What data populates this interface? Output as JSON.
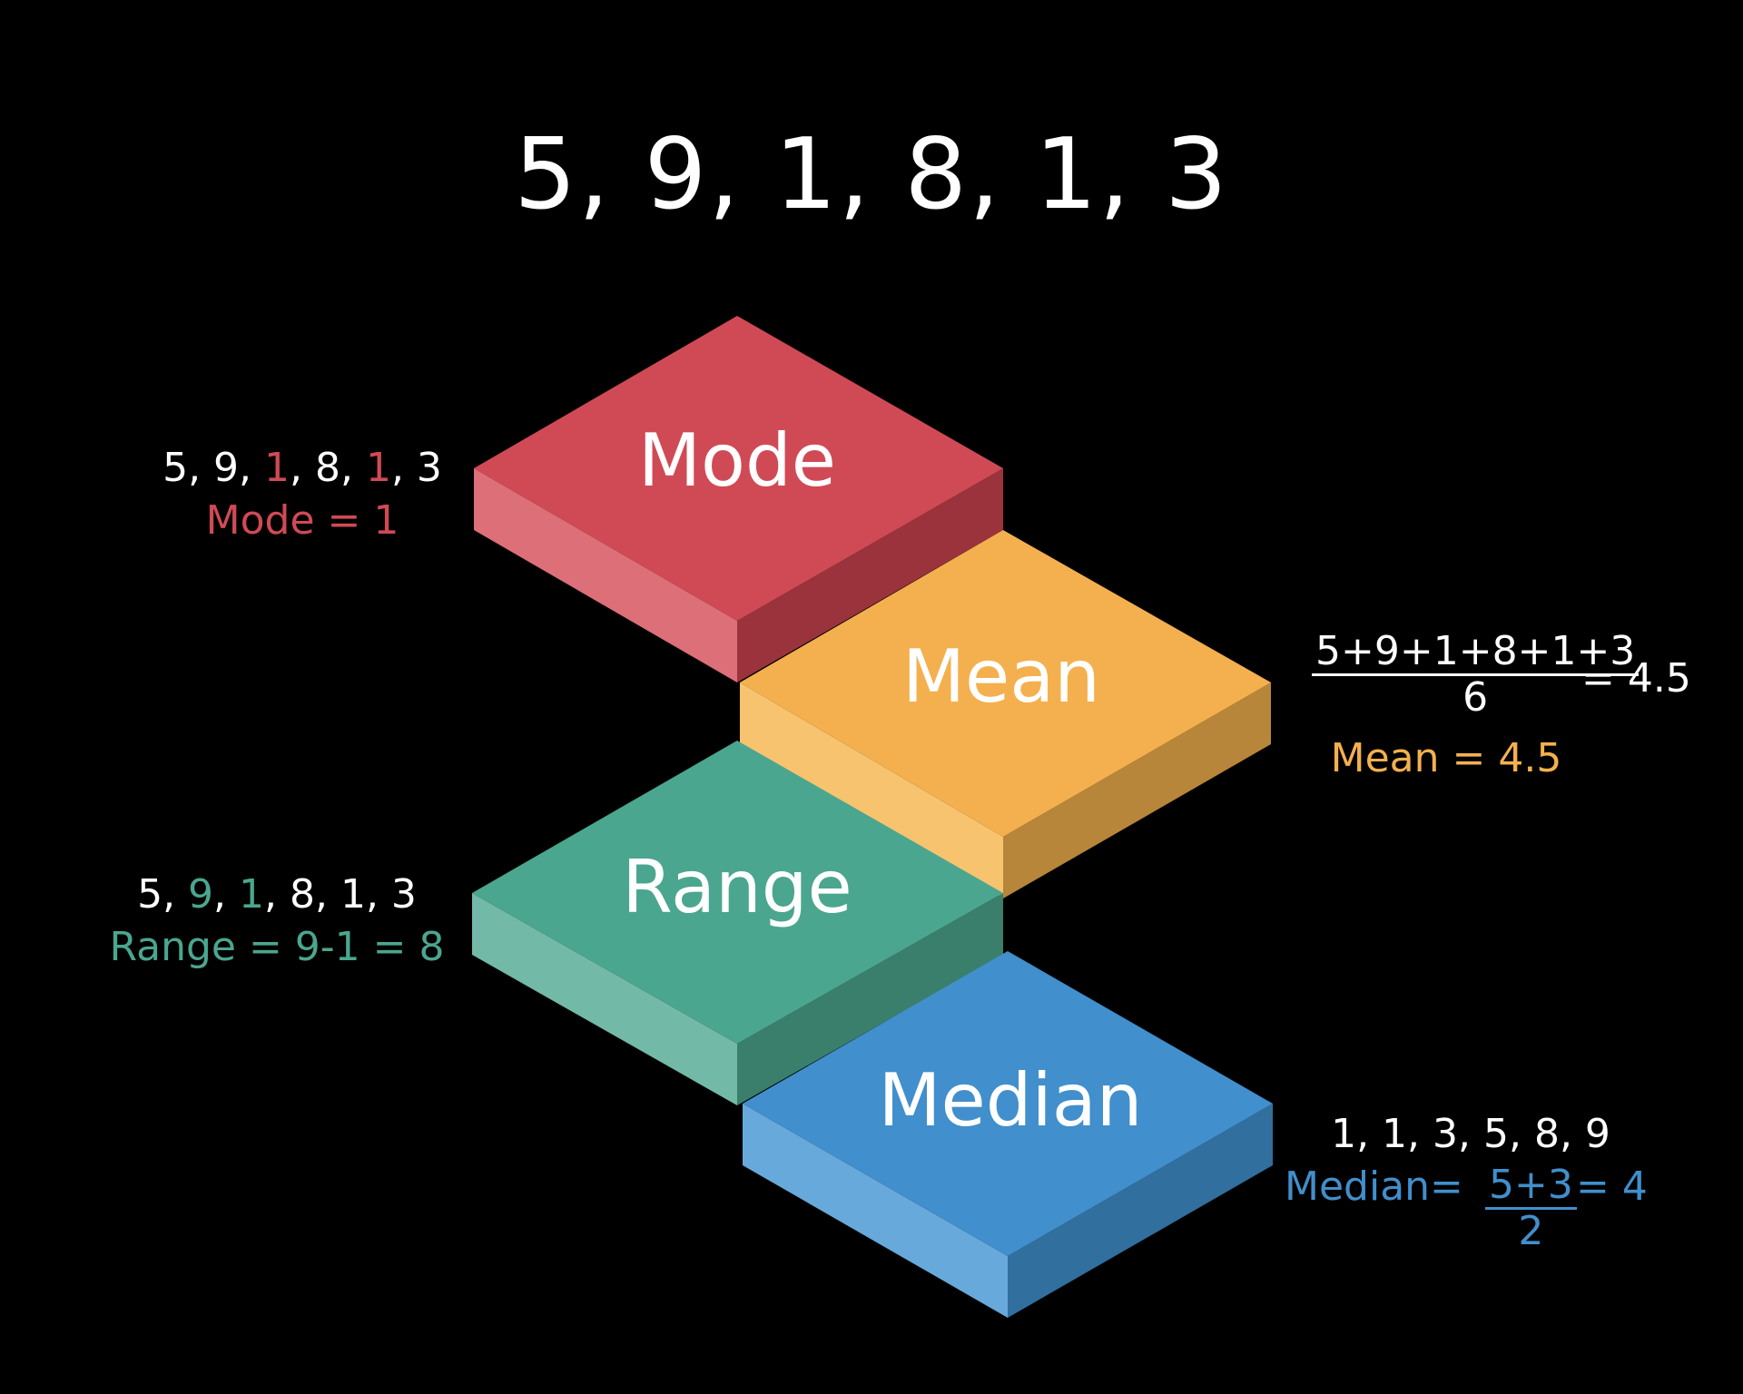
{
  "title": "5, 9, 1, 8, 1, 3",
  "colors": {
    "background": "#000000",
    "text": "#ffffff",
    "mode": "#d04a55",
    "mean": "#f4b04e",
    "range": "#4ba68f",
    "median": "#418fcc"
  },
  "mode": {
    "label": "Mode",
    "dataset": {
      "p1": "5, 9, ",
      "h1": "1",
      "p2": ", 8, ",
      "h2": "1",
      "p3": ", 3"
    },
    "result": "Mode = 1"
  },
  "mean": {
    "label": "Mean",
    "numerator": "5+9+1+8+1+3",
    "denominator": "6",
    "equals": "= 4.5",
    "result": "Mean = 4.5"
  },
  "range": {
    "label": "Range",
    "dataset": {
      "p1": "5, ",
      "h1": "9",
      "p2": ", ",
      "h2": "1",
      "p3": ", 8, 1, 3"
    },
    "result": "Range = 9-1 = 8"
  },
  "median": {
    "label": "Median",
    "sorted": "1, 1, 3, 5, 8, 9",
    "prefix": "Median=",
    "numerator": "5+3",
    "denominator": "2",
    "equals": "= 4"
  }
}
